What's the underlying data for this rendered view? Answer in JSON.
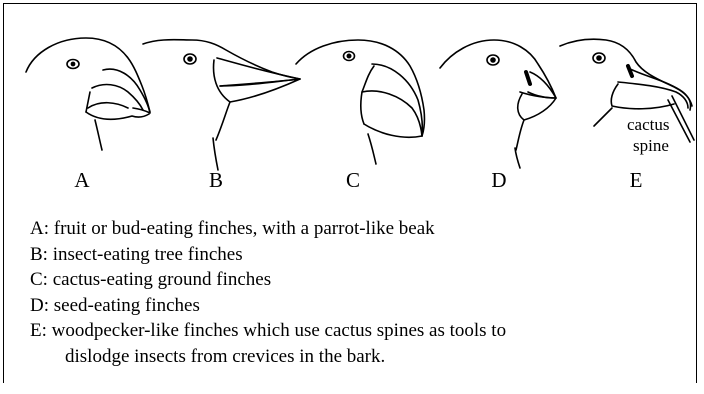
{
  "finches": [
    {
      "letter": "A",
      "icon": "parrot-beak-finch-head"
    },
    {
      "letter": "B",
      "icon": "insect-eater-finch-head"
    },
    {
      "letter": "C",
      "icon": "cactus-eater-finch-head"
    },
    {
      "letter": "D",
      "icon": "seed-eater-finch-head"
    },
    {
      "letter": "E",
      "icon": "woodpecker-finch-head"
    }
  ],
  "tool_label": {
    "line1": "cactus",
    "line2": "spine"
  },
  "legend": [
    {
      "key": "A:",
      "text": "fruit or bud-eating finches, with a parrot-like beak"
    },
    {
      "key": "B:",
      "text": "insect-eating tree finches"
    },
    {
      "key": "C:",
      "text": "cactus-eating ground finches"
    },
    {
      "key": "D:",
      "text": "seed-eating finches"
    },
    {
      "key": "E:",
      "text": "woodpecker-like finches which use cactus spines as tools to",
      "continuation": "dislodge insects from crevices in the bark."
    }
  ]
}
